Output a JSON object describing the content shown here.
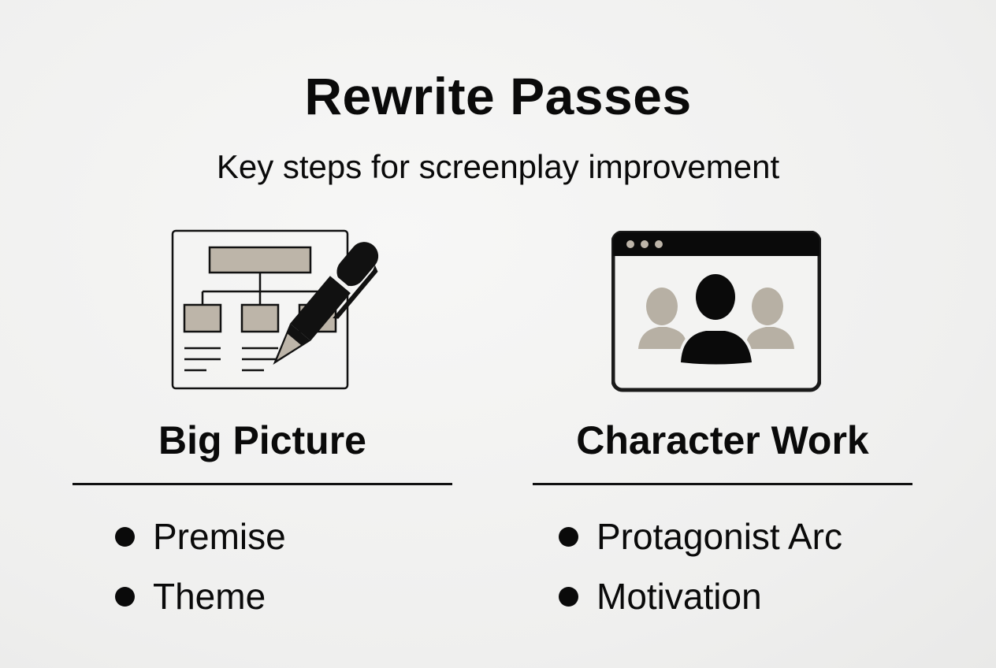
{
  "header": {
    "title": "Rewrite Passes",
    "subtitle": "Key steps for screenplay improvement"
  },
  "columns": [
    {
      "title": "Big Picture",
      "icon": "outline-structure-with-pen-icon",
      "items": [
        "Premise",
        "Theme"
      ]
    },
    {
      "title": "Character Work",
      "icon": "window-with-people-icon",
      "items": [
        "Protagonist Arc",
        "Motivation"
      ]
    }
  ],
  "colors": {
    "text": "#0a0a0a",
    "accent_taupe": "#b9b2a6",
    "background": "#f2f2f1"
  }
}
